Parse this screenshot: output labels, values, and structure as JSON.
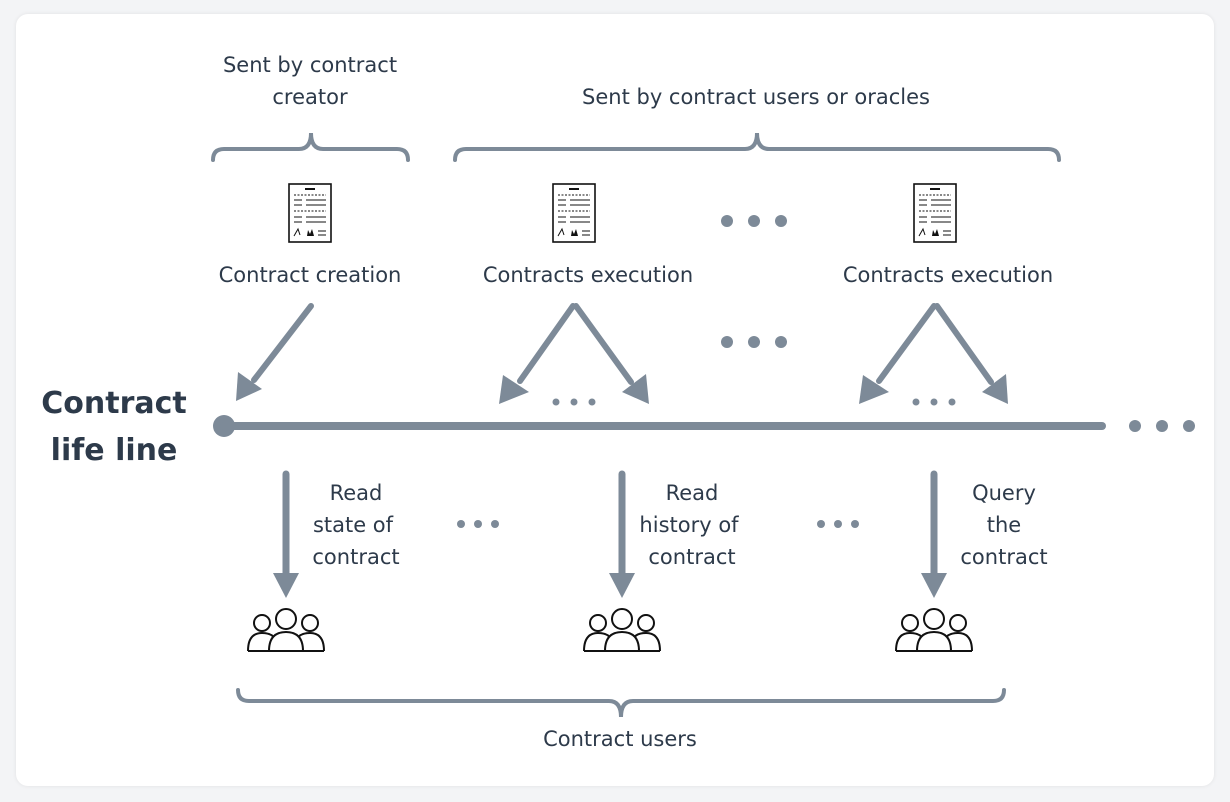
{
  "colors": {
    "accent": "#7d8a98",
    "text": "#2d3a4a",
    "icon": "#111111"
  },
  "top_left_label": [
    "Sent by contract",
    "creator"
  ],
  "top_right_label": "Sent by contract users or oracles",
  "steps": {
    "creation": "Contract creation",
    "execution_1": "Contracts execution",
    "execution_2": "Contracts execution"
  },
  "lifeline_label": [
    "Contract",
    "life line"
  ],
  "actions": {
    "read_state": [
      "Read",
      "state of",
      "contract"
    ],
    "read_history": [
      "Read",
      "history of",
      "contract"
    ],
    "query": [
      "Query",
      "the",
      "contract"
    ]
  },
  "bottom_label": "Contract users",
  "icons": {
    "document": "document-icon",
    "users": "user-group-icon",
    "more": "ellipsis-icon"
  }
}
